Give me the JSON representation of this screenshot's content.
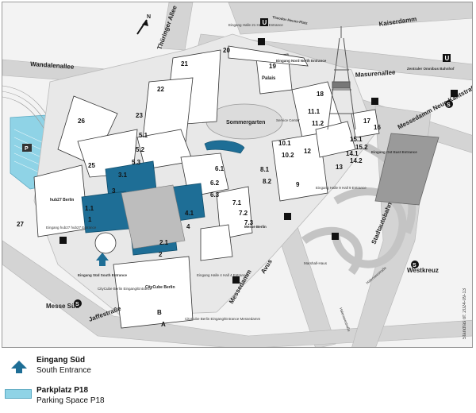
{
  "north_label": "N",
  "stand_note": "Standfas of: 2024-09-13",
  "streets": {
    "kaiserdamm": "Kaiserdamm",
    "masurenallee": "Masurenallee",
    "messedamm_neue_kantstrasse": "Messedamm Neue Kantstraße",
    "wandalenallee": "Wandalenallee",
    "thueringer_allee": "Thüringer Allee",
    "jaffestrasse": "Jaffestraße",
    "messedamm": "Messedamm",
    "avus": "Avus",
    "stadtautobahn": "Stadtautobahn",
    "halenseestrasse_1": "Halenseestraße",
    "halenseestrasse_2": "Halenseestraße",
    "theodor_heuss_platz": "Theodor-Heuss-Platz",
    "messe_sued": "Messe Süd",
    "westkreuz": "Westkreuz",
    "zentraler_omnibus_bahnhof": "Zentraler Omnibus Bahnhof"
  },
  "places": {
    "sommergarten": "Sommergarten",
    "palais": "Palais",
    "hub27": "hub27 Berlin",
    "citycube": "CityCube Berlin",
    "marshall_haus": "Marshall-Haus",
    "messe_berlin": "Messe Berlin",
    "service_center": "Service Center",
    "parking_p": "P",
    "u_label": "U",
    "s_label": "S"
  },
  "entrances": {
    "nord": "Eingang Nord North Entrance",
    "sued": "Eingang Süd South Entrance",
    "ost": "Eingang Ost East Entrance",
    "halle21": "Eingang Halle 21 Hall 21 Entrance",
    "halle9": "Eingang Halle 9 Hall 9 Entrance",
    "hub27": "Eingang hub27 hub27 Entrance",
    "citycube": "CityCube Berlin Eingang/Entrance",
    "citycube2": "CityCube Berlin Eingang/Entrance Messedamm",
    "halle4": "Eingang Halle 4 Hall 4 Entrance"
  },
  "halls": {
    "h1": "1",
    "h2": "2",
    "h3": "3",
    "h4": "4",
    "h1_1": "1.1",
    "h2_1": "2.1",
    "h3_1": "3.1",
    "h4_1": "4.1",
    "h5_1": "5.1",
    "h5_2": "5.2",
    "h5_3": "5.3",
    "h6_1": "6.1",
    "h6_2": "6.2",
    "h6_3": "6.3",
    "h7_1": "7.1",
    "h7_2": "7.2",
    "h7_3": "7.3",
    "h8_1": "8.1",
    "h8_2": "8.2",
    "h9": "9",
    "h10_1": "10.1",
    "h10_2": "10.2",
    "h11_1": "11.1",
    "h11_2": "11.2",
    "h12": "12",
    "h13": "13",
    "h14_1": "14.1",
    "h14_2": "14.2",
    "h15_1": "15.1",
    "h15_2": "15.2",
    "h16": "16",
    "h17": "17",
    "h18": "18",
    "h19": "19",
    "h20": "20",
    "h21": "21",
    "h22": "22",
    "h23": "23",
    "h25": "25",
    "h26": "26",
    "h27": "27",
    "ha": "A",
    "hb": "B"
  },
  "legend": {
    "south_entrance_title": "Eingang Süd",
    "south_entrance_sub": "South Entrance",
    "parking_title": "Parkplatz P18",
    "parking_sub": "Parking Space P18"
  },
  "colors": {
    "hall_blue": "#1e6e96",
    "parking_cyan": "#8fd3e6",
    "ground": "#f3f3f3",
    "road": "#d2d2d2",
    "building": "#ffffff",
    "outline": "#333333"
  }
}
